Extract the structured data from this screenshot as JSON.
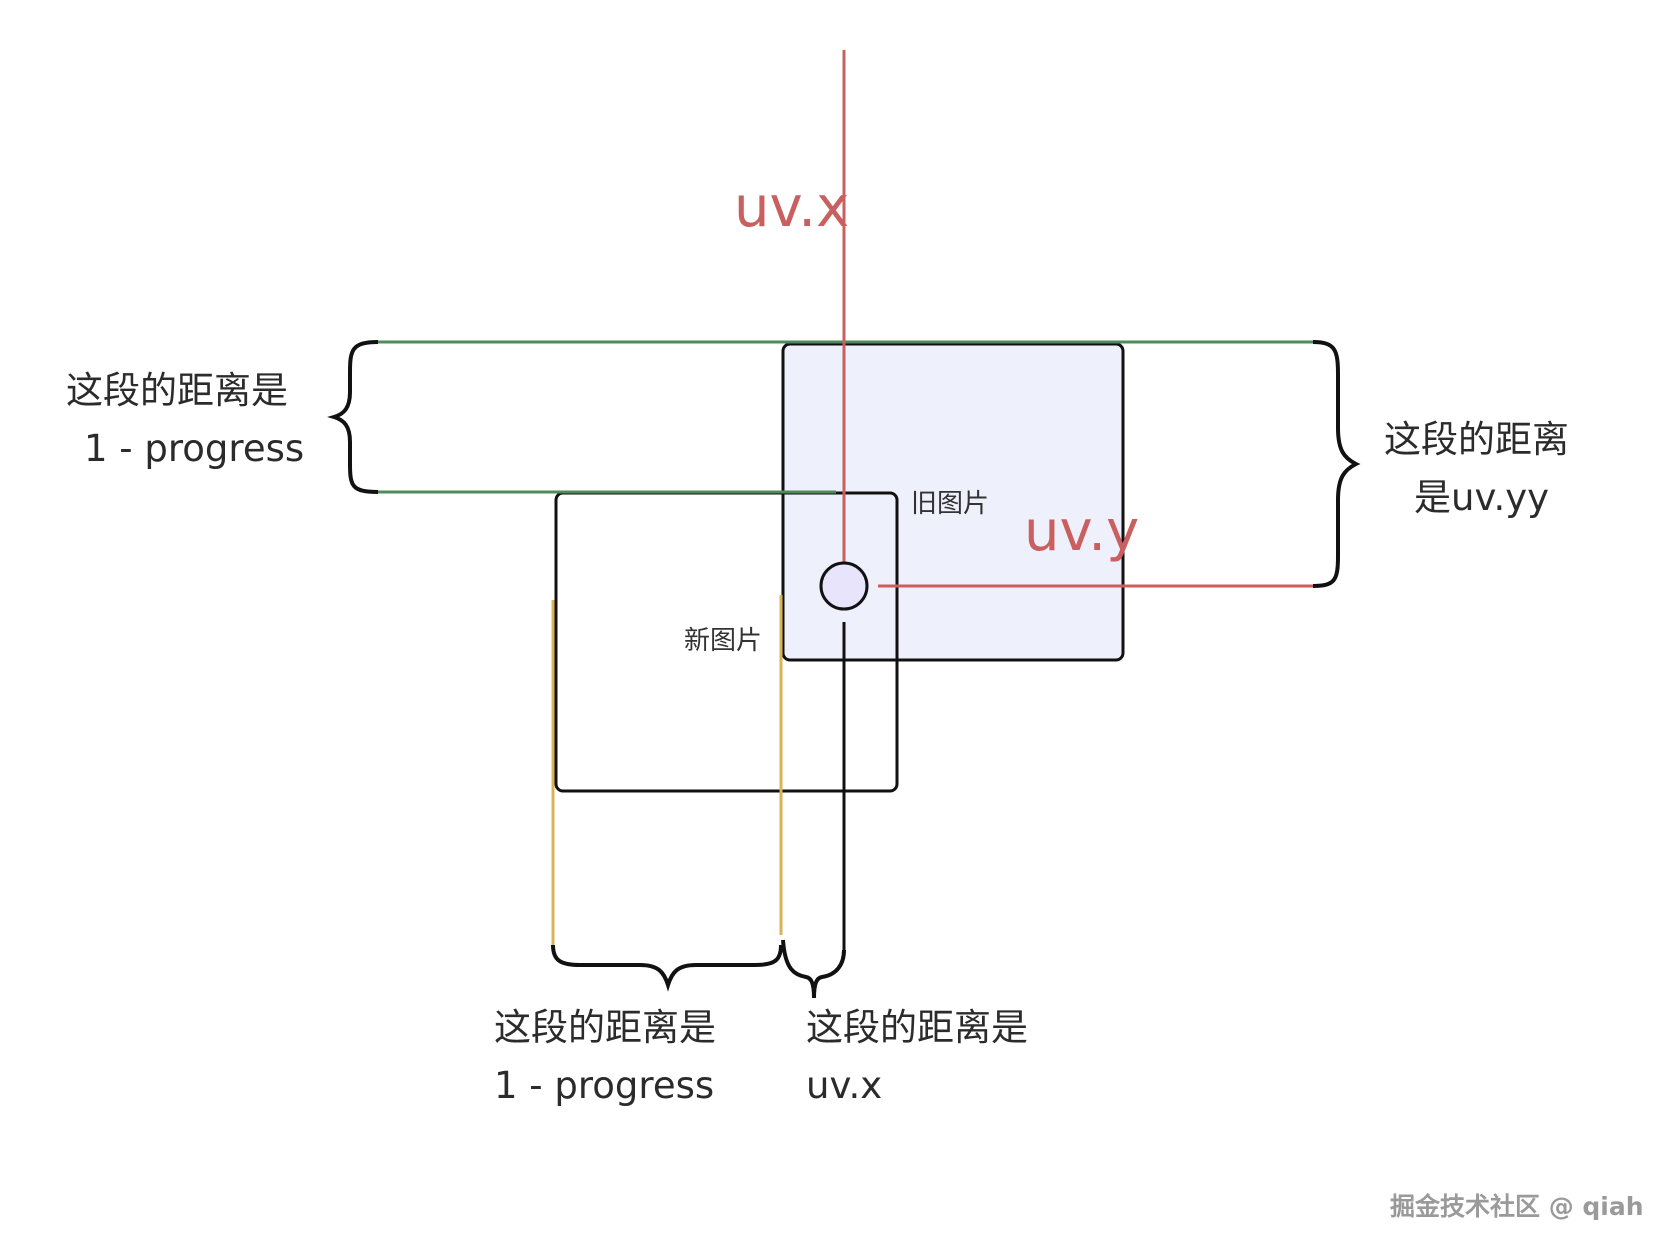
{
  "labels": {
    "left_brace_line1": "这段的距离是",
    "left_brace_line2": "1 - progress",
    "right_brace_line1": "这段的距离",
    "right_brace_line2": "是uv.yy",
    "bottom_left_line1": "这段的距离是",
    "bottom_left_line2": "1 - progress",
    "bottom_right_line1": "这段的距离是",
    "bottom_right_line2": "uv.x",
    "axis_x": "uv.x",
    "axis_y": "uv.y",
    "old_image": "旧图片",
    "new_image": "新图片",
    "watermark": "掘金技术社区 @ qiah"
  },
  "colors": {
    "axis_red": "#c95f5f",
    "green_guide": "#4f8a5b",
    "yellow_guide": "#d8b35a",
    "old_image_fill": "#eef0fb",
    "point_fill": "#e8e4fb",
    "stroke": "#111111"
  }
}
